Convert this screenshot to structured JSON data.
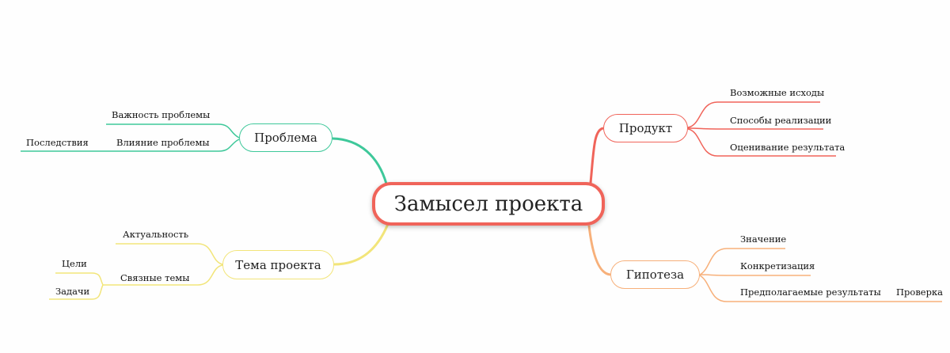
{
  "root": {
    "label": "Замысел проекта",
    "color": "#f0645a"
  },
  "branches": {
    "problem": {
      "label": "Проблема",
      "color": "#3ec89a",
      "children": [
        "Важность проблемы",
        "Влияние проблемы"
      ],
      "grandchildren": [
        "Последствия"
      ]
    },
    "product": {
      "label": "Продукт",
      "color": "#f0645a",
      "children": [
        "Возможные исходы",
        "Способы реализации",
        "Оценивание результата"
      ]
    },
    "topic": {
      "label": "Тема проекта",
      "color": "#f2e57a",
      "children": [
        "Актуальность",
        "Связные темы"
      ],
      "grandchildren": [
        "Цели",
        "Задачи"
      ]
    },
    "hypothesis": {
      "label": "Гипотеза",
      "color": "#f7b07a",
      "children": [
        "Значение",
        "Конкретизация",
        "Предполагаемые результаты"
      ],
      "grandchildren": [
        "Проверка"
      ]
    }
  }
}
